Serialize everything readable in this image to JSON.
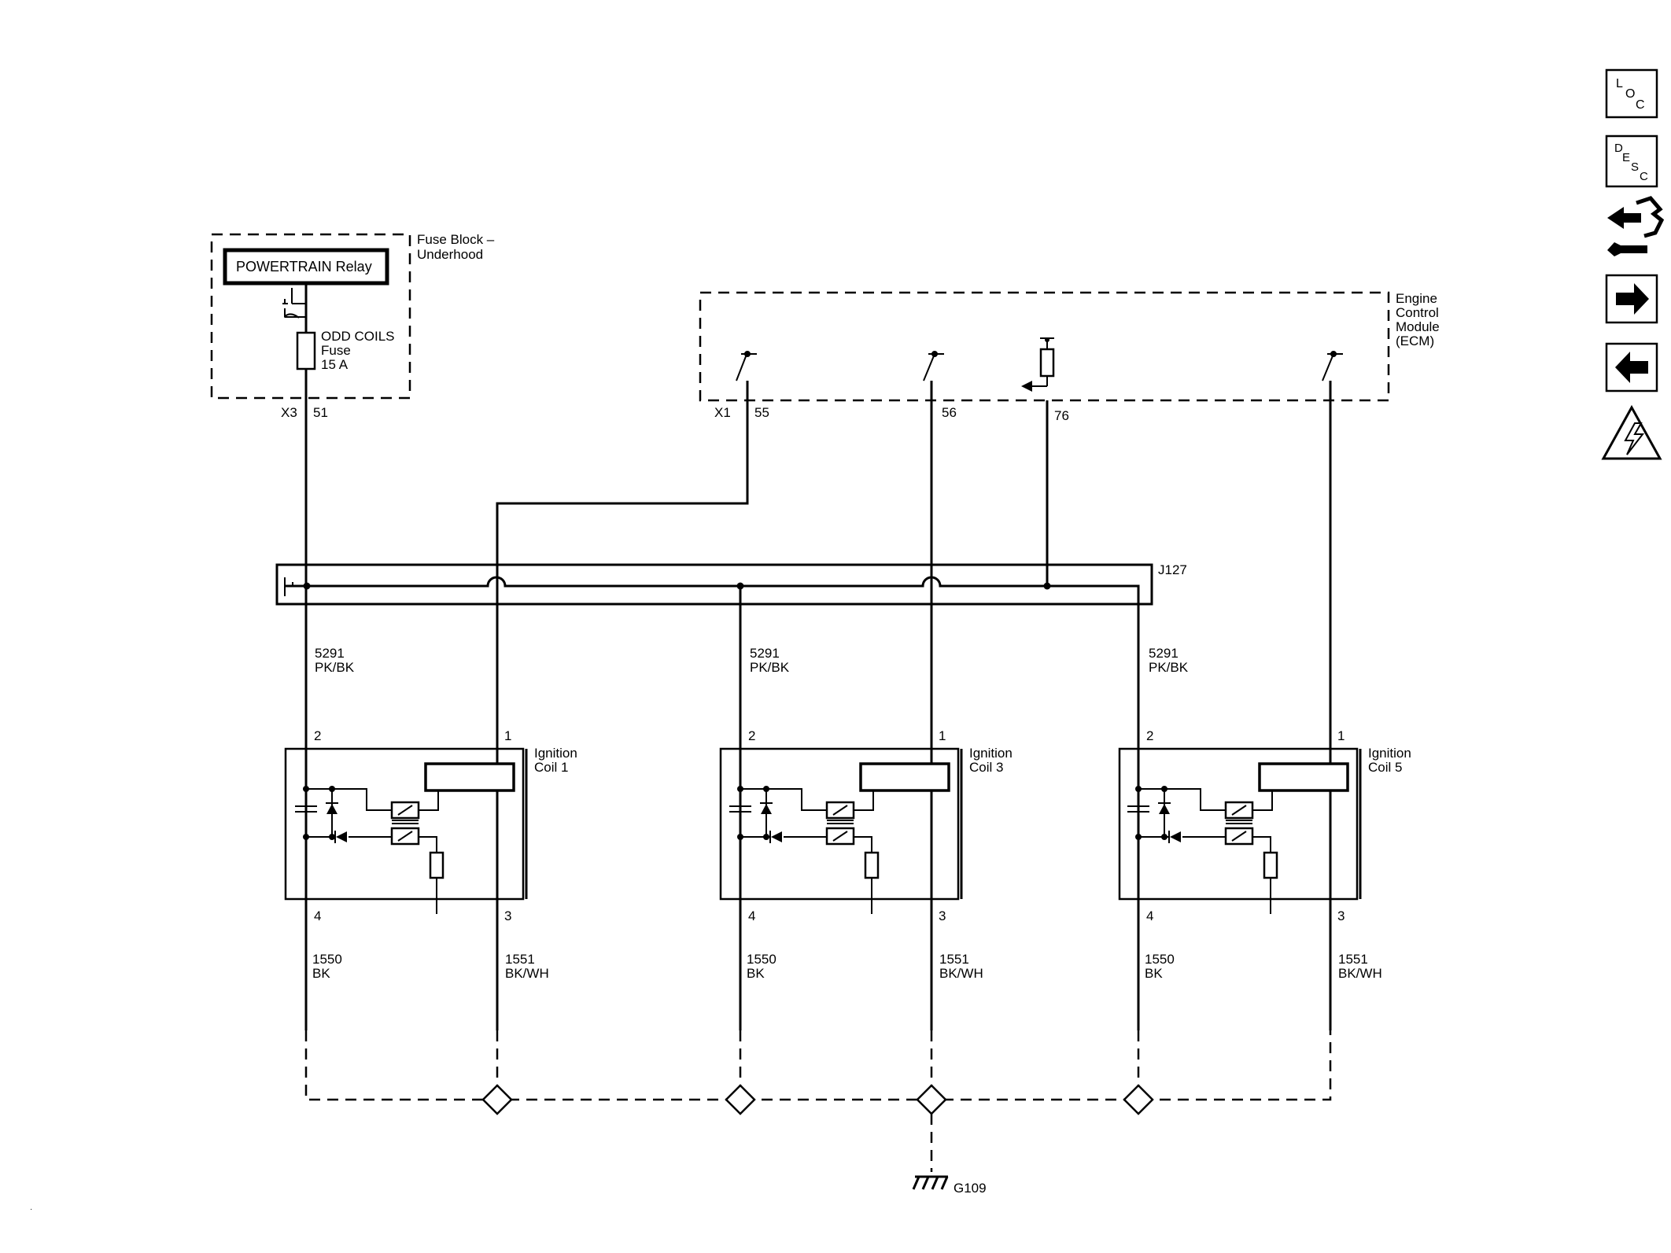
{
  "fuse_block": {
    "title_line1": "Fuse Block –",
    "title_line2": "Underhood",
    "relay": "POWERTRAIN Relay",
    "fuse_line1": "ODD COILS",
    "fuse_line2": "Fuse",
    "fuse_line3": "15 A",
    "connector": "X3",
    "pin": "51"
  },
  "ecm": {
    "line1": "Engine",
    "line2": "Control",
    "line3": "Module",
    "line4": "(ECM)",
    "connector": "X1",
    "pins": [
      "55",
      "56",
      "76"
    ]
  },
  "splice": "J127",
  "ground": "G109",
  "feed_wire": {
    "circuit": "5291",
    "color": "PK/BK"
  },
  "coils": [
    {
      "title_line1": "Ignition",
      "title_line2": "Coil 1",
      "pins": {
        "p1": "1",
        "p2": "2",
        "p3": "3",
        "p4": "4"
      },
      "feed": {
        "circuit": "5291",
        "color": "PK/BK"
      },
      "ground_a": {
        "circuit": "1550",
        "color": "BK"
      },
      "ground_b": {
        "circuit": "1551",
        "color": "BK/WH"
      }
    },
    {
      "title_line1": "Ignition",
      "title_line2": "Coil 3",
      "pins": {
        "p1": "1",
        "p2": "2",
        "p3": "3",
        "p4": "4"
      },
      "feed": {
        "circuit": "5291",
        "color": "PK/BK"
      },
      "ground_a": {
        "circuit": "1550",
        "color": "BK"
      },
      "ground_b": {
        "circuit": "1551",
        "color": "BK/WH"
      }
    },
    {
      "title_line1": "Ignition",
      "title_line2": "Coil 5",
      "pins": {
        "p1": "1",
        "p2": "2",
        "p3": "3",
        "p4": "4"
      },
      "feed": {
        "circuit": "5291",
        "color": "PK/BK"
      },
      "ground_a": {
        "circuit": "1550",
        "color": "BK"
      },
      "ground_b": {
        "circuit": "1551",
        "color": "BK/WH"
      }
    }
  ],
  "nav": [
    {
      "name": "loc-button",
      "letters": [
        "L",
        "O",
        "C"
      ]
    },
    {
      "name": "desc-button",
      "letters": [
        "D",
        "E",
        "S",
        "C"
      ]
    },
    {
      "name": "connector-info-button",
      "icon": "connector-wrench-icon"
    },
    {
      "name": "next-page-button",
      "icon": "arrow-right-icon"
    },
    {
      "name": "previous-page-button",
      "icon": "arrow-left-icon"
    },
    {
      "name": "caution-button",
      "icon": "electrical-warning-icon"
    }
  ]
}
